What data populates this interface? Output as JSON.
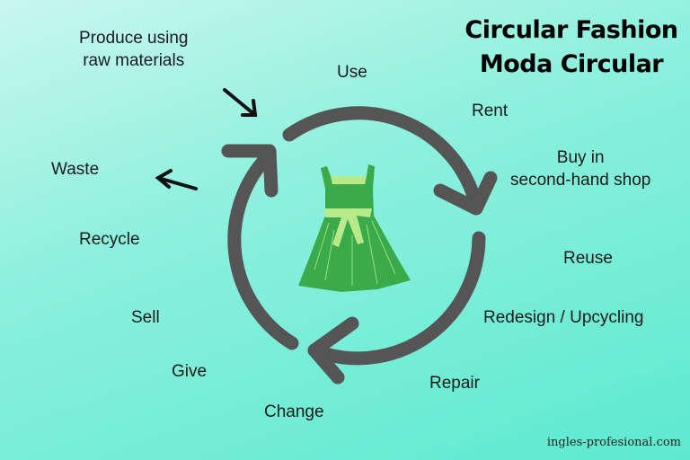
{
  "title": {
    "line1": "Circular Fashion",
    "line2": "Moda Circular"
  },
  "labels": {
    "produce": "Produce using\nraw materials",
    "produce_l1": "Produce using",
    "produce_l2": "raw materials",
    "use": "Use",
    "rent": "Rent",
    "buy_l1": "Buy in",
    "buy_l2": "second-hand shop",
    "reuse": "Reuse",
    "redesign": "Redesign / Upcycling",
    "repair": "Repair",
    "change": "Change",
    "give": "Give",
    "sell": "Sell",
    "recycle": "Recycle",
    "waste": "Waste"
  },
  "credit": "ingles-profesional.com",
  "colors": {
    "cycle_arrow": "#555555",
    "dress": "#3aaa4a",
    "dress_accent": "#b9ea8a"
  }
}
